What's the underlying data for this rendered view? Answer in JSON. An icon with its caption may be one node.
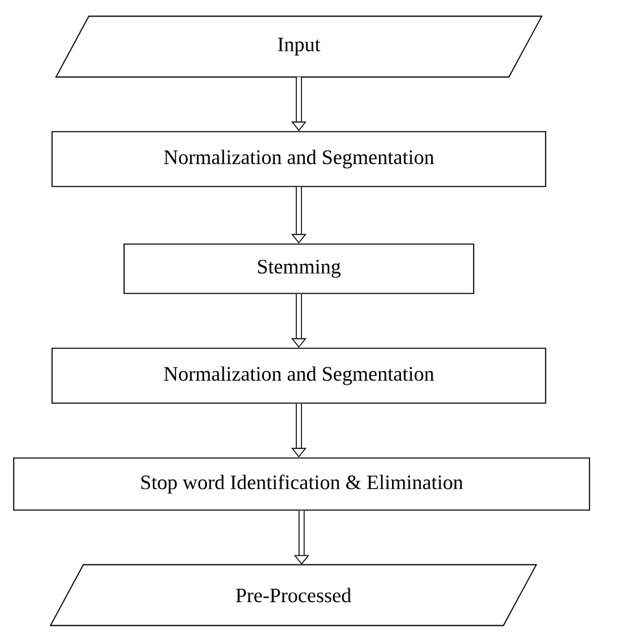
{
  "diagram": {
    "nodes": [
      {
        "text": [
          "Input"
        ]
      },
      {
        "text": [
          "Normalization and Segmentation"
        ]
      },
      {
        "text": [
          "Stemming"
        ]
      },
      {
        "text": [
          "Normalization and Segmentation"
        ]
      },
      {
        "text": [
          "Stop word Identification & Elimination"
        ]
      },
      {
        "text": [
          "Pre-Processed"
        ]
      }
    ],
    "edges": [
      {
        "from": 0,
        "to": 1,
        "arrow": "to"
      },
      {
        "from": 1,
        "to": 2,
        "arrow": "to"
      },
      {
        "from": 2,
        "to": 3,
        "arrow": "to"
      },
      {
        "from": 3,
        "to": 4,
        "arrow": "to"
      },
      {
        "from": 4,
        "to": 5,
        "arrow": "to"
      }
    ]
  }
}
